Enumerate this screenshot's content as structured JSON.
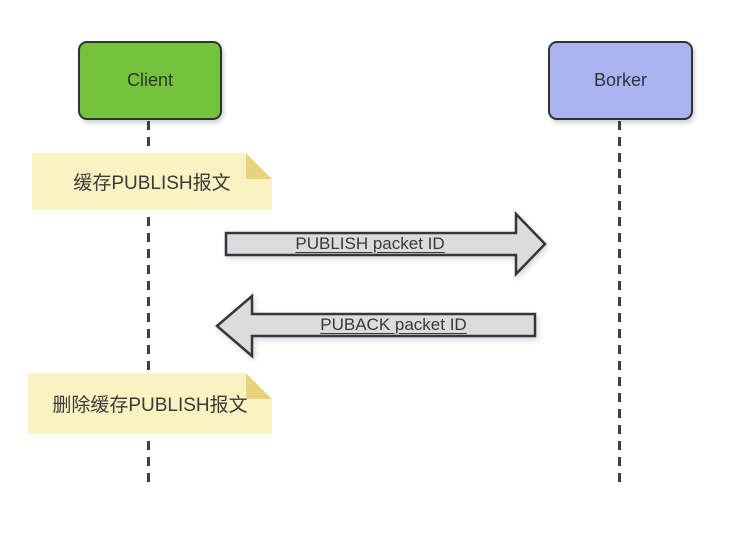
{
  "diagram": {
    "type": "sequence-diagram",
    "actors": [
      {
        "id": "client",
        "label": "Client",
        "fill": "#73c33c"
      },
      {
        "id": "broker",
        "label": "Borker",
        "fill": "#aab4ee"
      }
    ],
    "notes": [
      {
        "label": "缓存PUBLISH报文"
      },
      {
        "label": "删除缓存PUBLISH报文"
      }
    ],
    "messages": [
      {
        "label": "PUBLISH packet ID",
        "direction": "right"
      },
      {
        "label": "PUBACK packet ID",
        "direction": "left"
      }
    ],
    "colors": {
      "background": "#ffffff",
      "actor_client_fill": "#73c33c",
      "actor_broker_fill": "#aab4ee",
      "shape_stroke": "#2f3338",
      "note_fill": "#faf2c0",
      "note_fold": "#e7d37c",
      "arrow_fill": "#dcdcdc",
      "arrow_stroke": "#33363e",
      "lifeline": "#3f3f3f",
      "text": "#383838"
    }
  }
}
